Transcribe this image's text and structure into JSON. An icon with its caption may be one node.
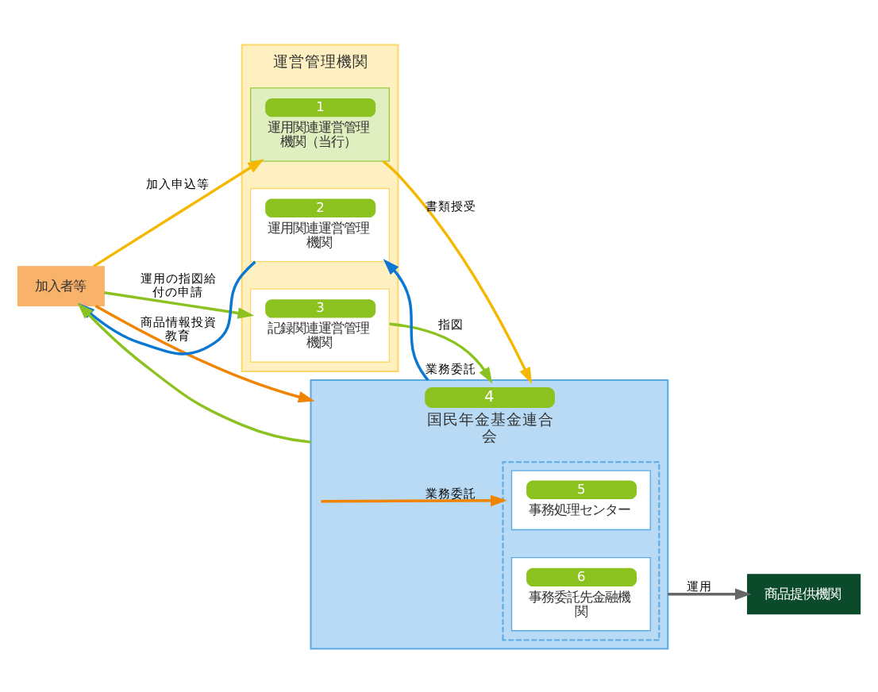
{
  "diagram": {
    "nodes": [
      {
        "text": [
          "加入者等"
        ]
      },
      {
        "text": [
          "運営管理機関"
        ]
      },
      {
        "text": [
          "1",
          "運用関連運営管理機関（当行）"
        ],
        "in": 1
      },
      {
        "text": [
          "2",
          "運用関連運営管理機関"
        ],
        "in": 1
      },
      {
        "text": [
          "3",
          "記録関連運営管理機関"
        ],
        "in": 1
      },
      {
        "text": [
          "4",
          "国民年金基金連合会"
        ]
      },
      {
        "text": [],
        "shape": "box",
        "in": 5
      },
      {
        "text": [
          "5",
          "事務処理センター"
        ],
        "in": 6
      },
      {
        "text": [
          "6",
          "事務委託先金融機関"
        ],
        "in": 6
      },
      {
        "text": [
          "商品提供機関"
        ]
      }
    ],
    "edges": [
      {
        "from": 0,
        "to": 5,
        "arrow": "to",
        "color": "#f08300"
      },
      {
        "from": 0,
        "to": 2,
        "arrow": "to",
        "label": "加入申込等",
        "color": "#f5b800"
      },
      {
        "from": 2,
        "to": 5,
        "arrow": "to",
        "label": "書類授受",
        "color": "#f5b800"
      },
      {
        "from": 3,
        "to": 0,
        "arrow": "to",
        "label": "商品情報投資教育",
        "color": "#0a78d2"
      },
      {
        "from": 5,
        "to": 6,
        "arrow": "to",
        "label": "業務委託",
        "color": "#f08300"
      },
      {
        "from": 5,
        "to": 3,
        "arrow": "to",
        "label": "業務委託",
        "color": "#0a78d2"
      },
      {
        "from": 0,
        "to": 4,
        "arrow": "to",
        "label": "運用の指図給付の申請",
        "color": "#8cc21f"
      },
      {
        "from": 4,
        "to": 5,
        "arrow": "to",
        "label": "指図",
        "color": "#8cc21f"
      },
      {
        "from": 5,
        "to": 0,
        "arrow": "to",
        "color": "#8cc21f"
      },
      {
        "from": 5,
        "to": 9,
        "arrow": "to",
        "label": "運用",
        "color": "#666666"
      }
    ]
  }
}
